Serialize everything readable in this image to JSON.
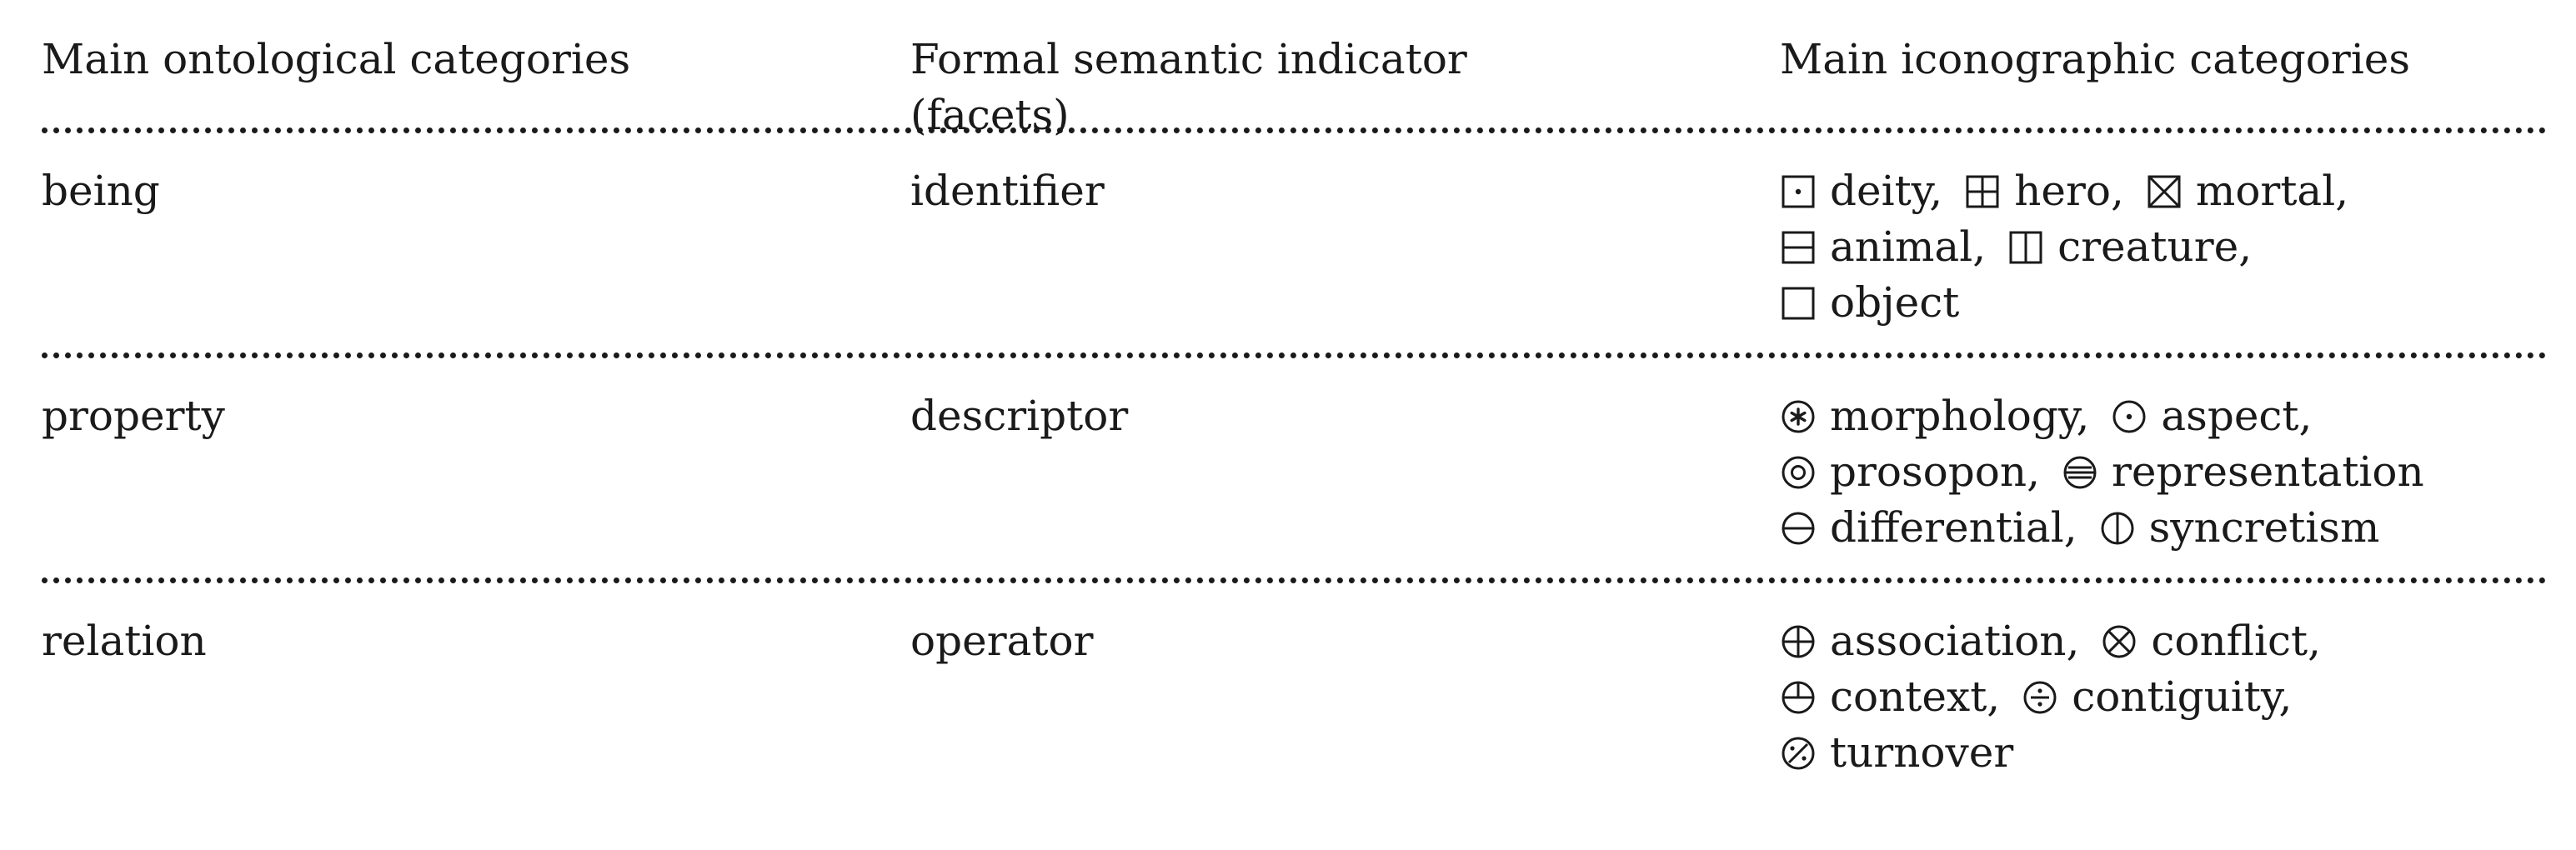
{
  "headers": {
    "col1": "Main ontological categories",
    "col2_line1": "Formal semantic indicator",
    "col2_line2": "(facets)",
    "col3": "Main iconographic categories"
  },
  "rows": [
    {
      "ontological": "being",
      "indicator": "identifier",
      "lines": [
        [
          {
            "icon": "square-dot-icon",
            "label": "deity",
            "sep": ","
          },
          {
            "icon": "square-plus-icon",
            "label": "hero",
            "sep": ","
          },
          {
            "icon": "square-x-icon",
            "label": "mortal",
            "sep": ","
          }
        ],
        [
          {
            "icon": "square-hline-icon",
            "label": "animal",
            "sep": ","
          },
          {
            "icon": "square-vline-icon",
            "label": "creature",
            "sep": ","
          }
        ],
        [
          {
            "icon": "square-empty-icon",
            "label": "object",
            "sep": ""
          }
        ]
      ]
    },
    {
      "ontological": "property",
      "indicator": "descriptor",
      "lines": [
        [
          {
            "icon": "circle-asterisk-icon",
            "label": "morphology",
            "sep": ","
          },
          {
            "icon": "circle-dot-icon",
            "label": "aspect",
            "sep": ","
          }
        ],
        [
          {
            "icon": "circle-ring-icon",
            "label": "prosopon",
            "sep": ","
          },
          {
            "icon": "circle-triple-bar-icon",
            "label": "representation",
            "sep": ""
          }
        ],
        [
          {
            "icon": "circle-minus-icon",
            "label": "differential",
            "sep": ","
          },
          {
            "icon": "circle-vline-icon",
            "label": "syncretism",
            "sep": ""
          }
        ]
      ]
    },
    {
      "ontological": "relation",
      "indicator": "operator",
      "lines": [
        [
          {
            "icon": "circle-plus-icon",
            "label": "association",
            "sep": ","
          },
          {
            "icon": "circle-x-icon",
            "label": "conflict",
            "sep": ","
          }
        ],
        [
          {
            "icon": "circle-half-plus-icon",
            "label": "context",
            "sep": ","
          },
          {
            "icon": "circle-division-icon",
            "label": "contiguity",
            "sep": ","
          }
        ],
        [
          {
            "icon": "circle-slash-icon",
            "label": "turnover",
            "sep": ""
          }
        ]
      ]
    }
  ]
}
